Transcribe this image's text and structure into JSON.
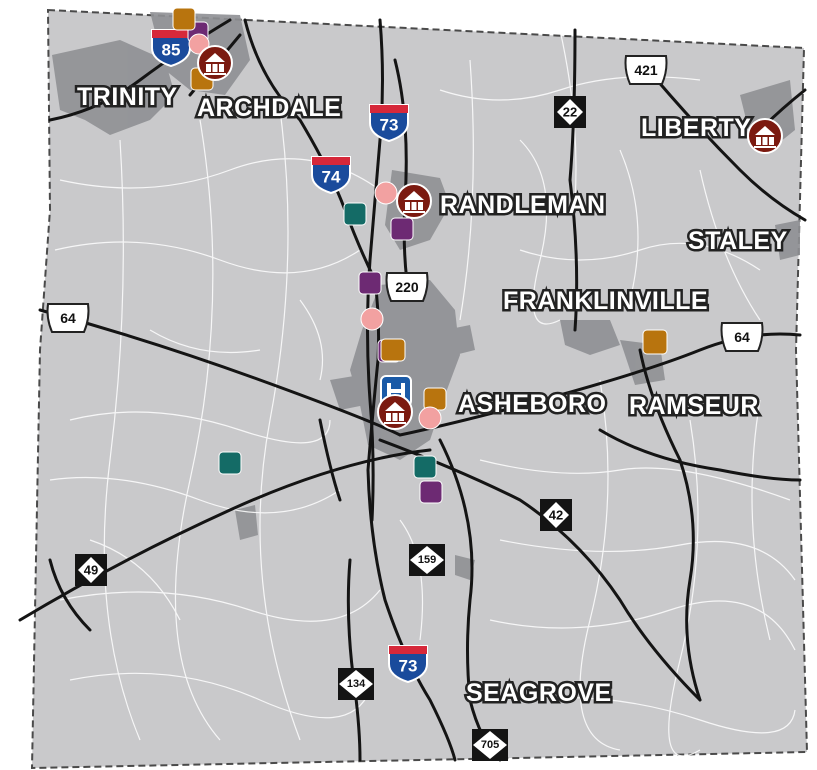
{
  "places": {
    "trinity": "TRINITY",
    "archdale": "ARCHDALE",
    "randleman": "RANDLEMAN",
    "liberty": "LIBERTY",
    "staley": "STALEY",
    "franklinville": "FRANKLINVILLE",
    "asheboro": "ASHEBORO",
    "ramseur": "RAMSEUR",
    "seagrove": "SEAGROVE"
  },
  "shields": {
    "i85": "85",
    "i73_north": "73",
    "i74": "74",
    "i73_south": "73",
    "us421": "421",
    "us220": "220",
    "us64_west": "64",
    "us64_east": "64",
    "nc22": "22",
    "nc42": "42",
    "nc49": "49",
    "nc159": "159",
    "nc134": "134",
    "nc705": "705"
  },
  "icon_names": {
    "library": "library-icon",
    "hospital": "hospital-icon",
    "teal": "teal-square-marker",
    "purple": "purple-square-marker",
    "orange": "orange-square-marker",
    "pink": "pink-circle-marker"
  },
  "colors": {
    "county_fill": "#c9c9cb",
    "urban_fill": "#8f9094",
    "major_road": "#141414",
    "minor_road": "#ffffff",
    "library": "#7b1a10",
    "hospital": "#1a5aa7",
    "teal": "#146b66",
    "purple": "#6d2a73",
    "orange": "#b8740e",
    "pink": "#f2a1a1",
    "interstate_red": "#d6283a",
    "interstate_blue": "#1a4b9c"
  }
}
